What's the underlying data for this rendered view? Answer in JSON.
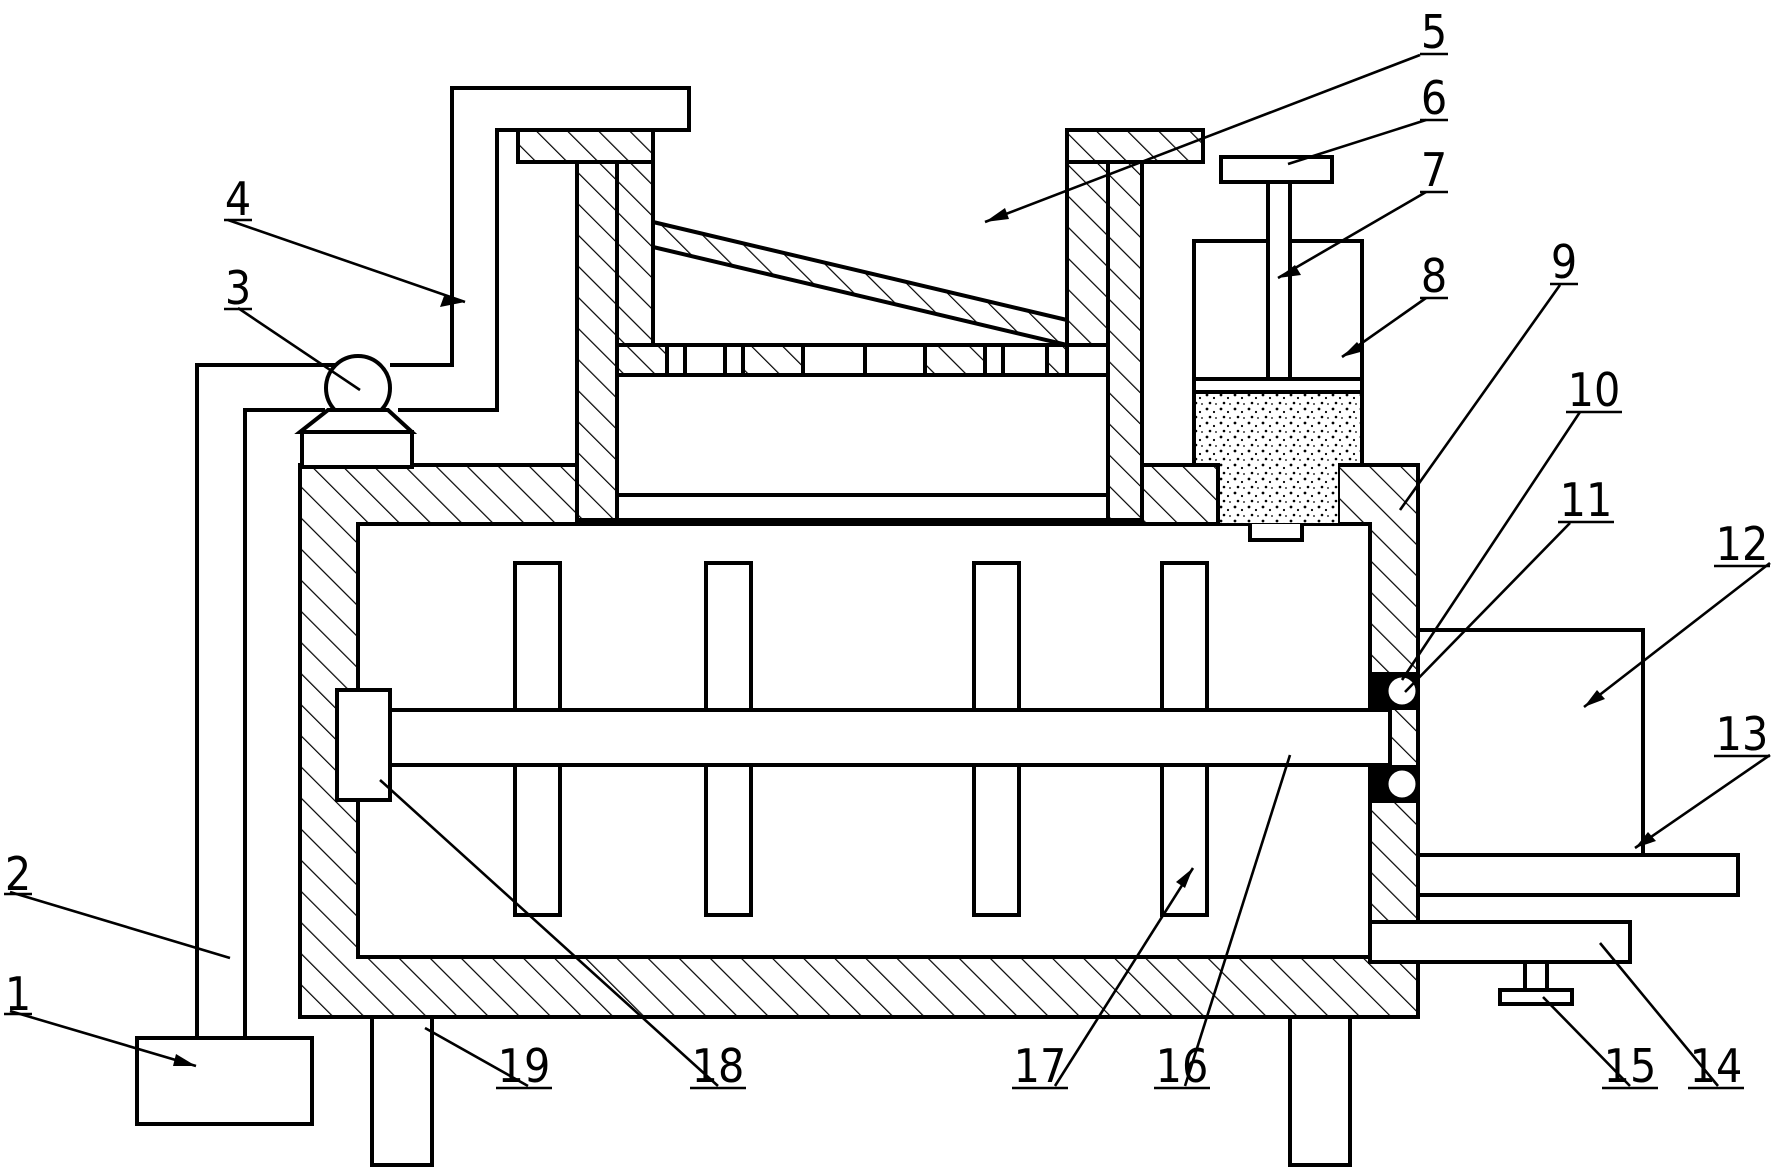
{
  "callouts": [
    {
      "id": "1",
      "text": "1"
    },
    {
      "id": "2",
      "text": "2"
    },
    {
      "id": "3",
      "text": "3"
    },
    {
      "id": "4",
      "text": "4"
    },
    {
      "id": "5",
      "text": "5"
    },
    {
      "id": "6",
      "text": "6"
    },
    {
      "id": "7",
      "text": "7"
    },
    {
      "id": "8",
      "text": "8"
    },
    {
      "id": "9",
      "text": "9"
    },
    {
      "id": "10",
      "text": "10"
    },
    {
      "id": "11",
      "text": "11"
    },
    {
      "id": "12",
      "text": "12"
    },
    {
      "id": "13",
      "text": "13"
    },
    {
      "id": "14",
      "text": "14"
    },
    {
      "id": "15",
      "text": "15"
    },
    {
      "id": "16",
      "text": "16"
    },
    {
      "id": "17",
      "text": "17"
    },
    {
      "id": "18",
      "text": "18"
    },
    {
      "id": "19",
      "text": "19"
    }
  ]
}
